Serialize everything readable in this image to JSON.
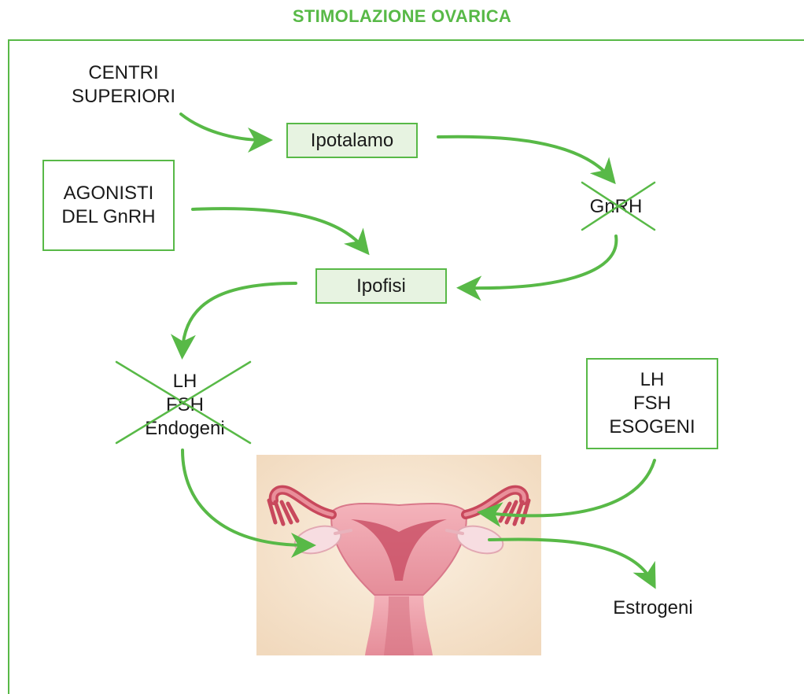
{
  "title": "STIMOLAZIONE OVARICA",
  "nodes": {
    "centri_superiori": [
      "CENTRI",
      "SUPERIORI"
    ],
    "ipotalamo": "Ipotalamo",
    "agonisti": [
      "AGONISTI",
      "DEL GnRH"
    ],
    "gnrh": "GnRH",
    "ipofisi": "Ipofisi",
    "lh_endogeni": [
      "LH",
      "FSH",
      "Endogeni"
    ],
    "lh_esogeni": [
      "LH",
      "FSH",
      "ESOGENI"
    ],
    "estrogeni": "Estrogeni"
  },
  "colors": {
    "accent": "#58b947",
    "box_fill": "#e7f3e1",
    "uterus_bg": "#f7e6cf",
    "uterus_tissue": "#e98f9a"
  }
}
